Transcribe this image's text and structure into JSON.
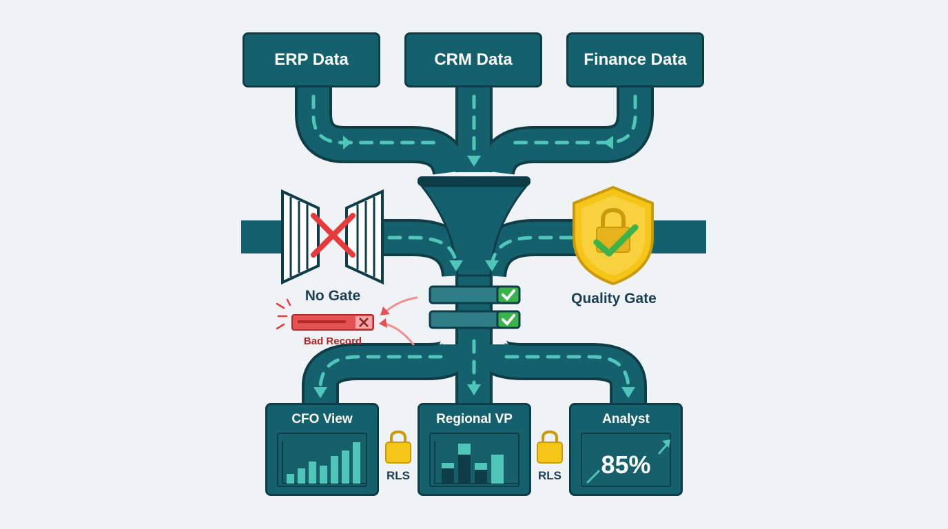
{
  "sources": [
    {
      "label": "ERP Data"
    },
    {
      "label": "CRM Data"
    },
    {
      "label": "Finance Data"
    }
  ],
  "gates": {
    "no_gate_label": "No Gate",
    "quality_gate_label": "Quality Gate",
    "bad_record_label": "Bad Record"
  },
  "outputs": [
    {
      "title": "CFO View"
    },
    {
      "title": "Regional VP"
    },
    {
      "title": "Analyst",
      "value": "85%"
    }
  ],
  "rls_labels": [
    "RLS",
    "RLS"
  ],
  "colors": {
    "background": "#eff3f6",
    "pipe": "#15606d",
    "pipe_outline": "#0f3d47",
    "flow_arrow": "#4fc6b8",
    "shield": "#f5c518",
    "check_green": "#3bb34a",
    "error_red": "#e53b3b"
  }
}
